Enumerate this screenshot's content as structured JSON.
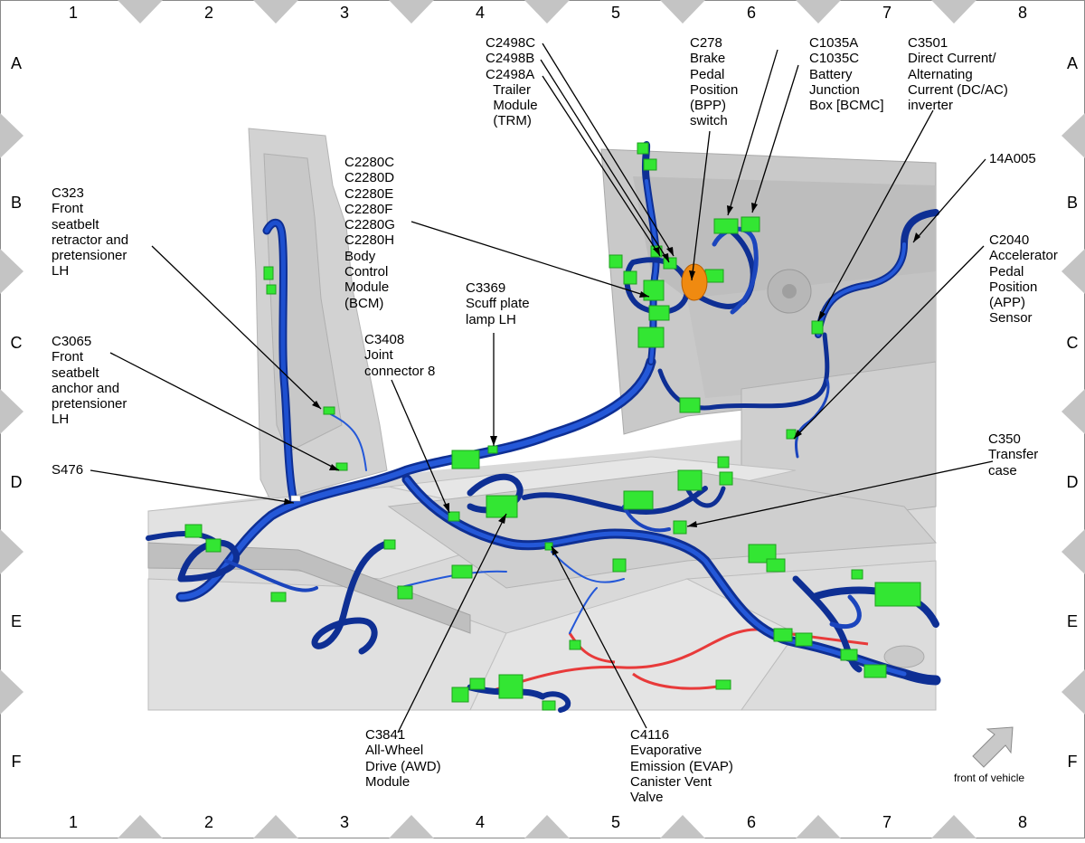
{
  "grid": {
    "columns": [
      "1",
      "2",
      "3",
      "4",
      "5",
      "6",
      "7",
      "8"
    ],
    "rows": [
      "A",
      "B",
      "C",
      "D",
      "E",
      "F"
    ]
  },
  "callouts": [
    {
      "id": "c2498",
      "text": "C2498C\nC2498B\nC2498A\n  Trailer\n  Module\n  (TRM)"
    },
    {
      "id": "c278",
      "text": "C278\nBrake\nPedal\nPosition\n(BPP)\nswitch"
    },
    {
      "id": "c1035",
      "text": "C1035A\nC1035C\nBattery\nJunction\nBox [BCMC]"
    },
    {
      "id": "c3501",
      "text": "C3501\nDirect Current/\nAlternating\nCurrent (DC/AC)\ninverter"
    },
    {
      "id": "c14a005",
      "text": "14A005"
    },
    {
      "id": "c2040",
      "text": "C2040\nAccelerator\nPedal\nPosition\n(APP)\nSensor"
    },
    {
      "id": "c2280",
      "text": "C2280C\nC2280D\nC2280E\nC2280F\nC2280G\nC2280H\nBody\nControl\nModule\n(BCM)"
    },
    {
      "id": "c323",
      "text": "C323\nFront\nseatbelt\nretractor and\npretensioner\nLH"
    },
    {
      "id": "c3369",
      "text": "C3369\nScuff plate\nlamp LH"
    },
    {
      "id": "c3408",
      "text": "C3408\nJoint\nconnector 8"
    },
    {
      "id": "c3065",
      "text": "C3065\nFront\nseatbelt\nanchor and\npretensioner\nLH"
    },
    {
      "id": "s476",
      "text": "S476"
    },
    {
      "id": "c350",
      "text": "C350\nTransfer\ncase"
    },
    {
      "id": "c3841",
      "text": "C3841\nAll-Wheel\nDrive (AWD)\nModule"
    },
    {
      "id": "c4116",
      "text": "C4116\nEvaporative\nEmission (EVAP)\nCanister Vent\nValve"
    }
  ],
  "front_of_vehicle": "front of vehicle",
  "colors": {
    "harness": "#1540b8",
    "harness_light": "#3a6ce0",
    "connector": "#33e633",
    "connector_dark": "#1ea01e",
    "orange": "#f08a10",
    "red_wire": "#e83a3a",
    "floor": "#d6d6d6",
    "border_triangle": "#c4c4c4"
  }
}
